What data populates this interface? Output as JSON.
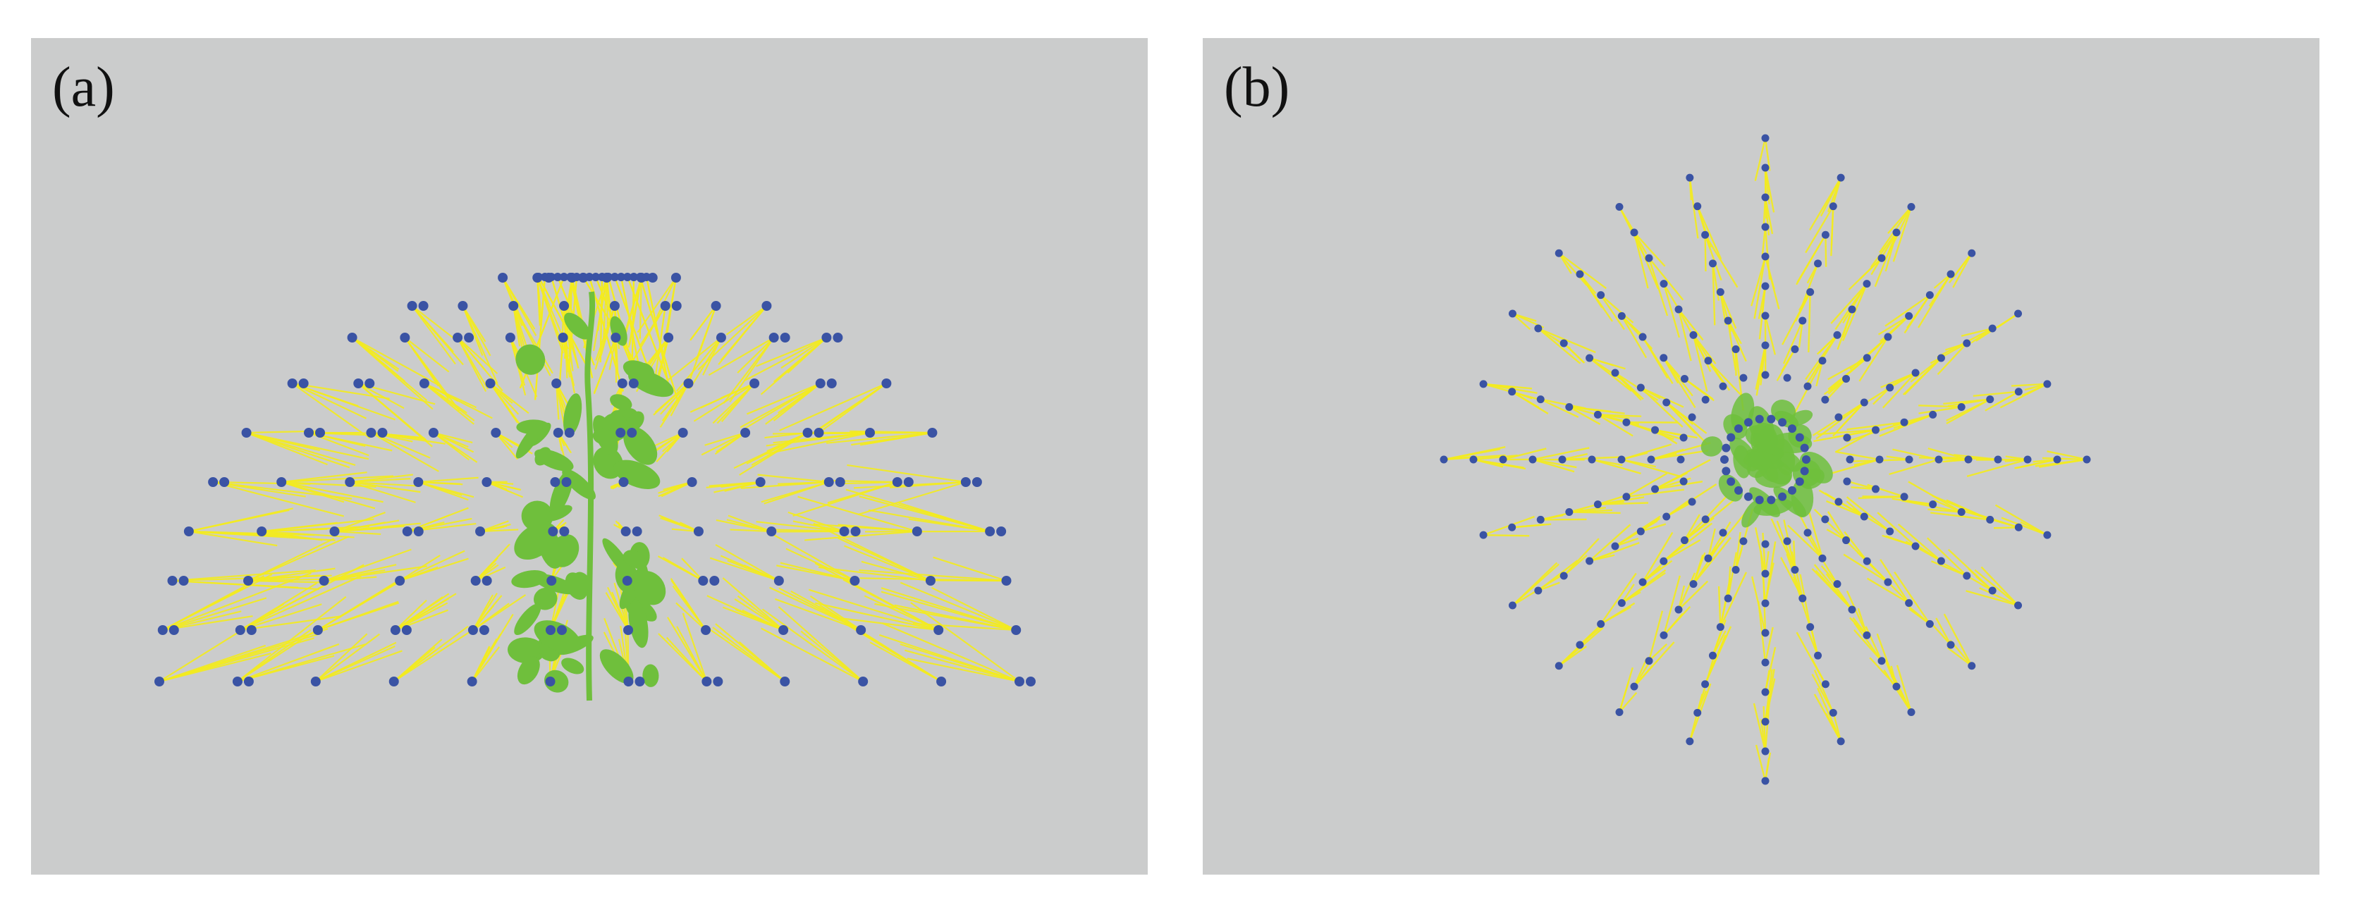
{
  "panels": [
    {
      "id": "a",
      "label": "(a)",
      "view": "side"
    },
    {
      "id": "b",
      "label": "(b)",
      "view": "top"
    }
  ],
  "colors": {
    "background": "#cbcccc",
    "ray": "#f4ec1e",
    "camera": "#3a53a4",
    "plant": "#6fbf3c"
  },
  "icons": [
    "camera-point-icon",
    "plant-icon"
  ]
}
